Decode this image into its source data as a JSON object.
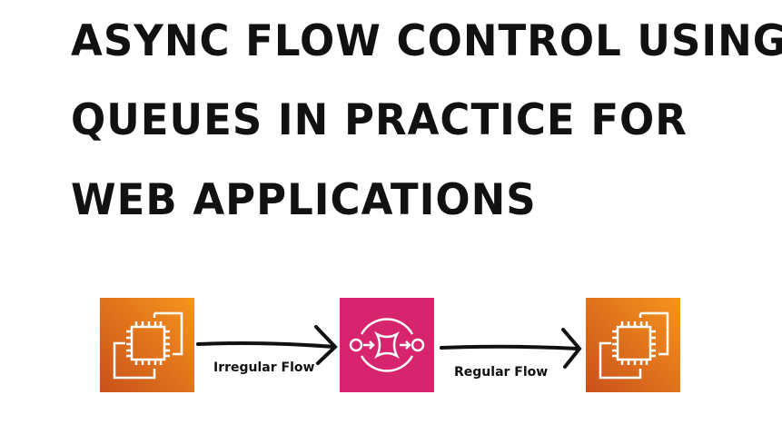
{
  "title": {
    "lines": [
      "Async Flow Control Using",
      "Queues in Practice for",
      "Web Applications"
    ]
  },
  "diagram": {
    "nodes": [
      {
        "name": "ec2-instance-source",
        "icon": "ec2-chip-icon",
        "color": "#f7941d"
      },
      {
        "name": "sqs-queue",
        "icon": "sqs-queue-icon",
        "color": "#d6246e"
      },
      {
        "name": "ec2-instance-target",
        "icon": "ec2-chip-icon",
        "color": "#f7941d"
      }
    ],
    "edges": [
      {
        "label": "Irregular Flow"
      },
      {
        "label": "Regular Flow"
      }
    ]
  }
}
